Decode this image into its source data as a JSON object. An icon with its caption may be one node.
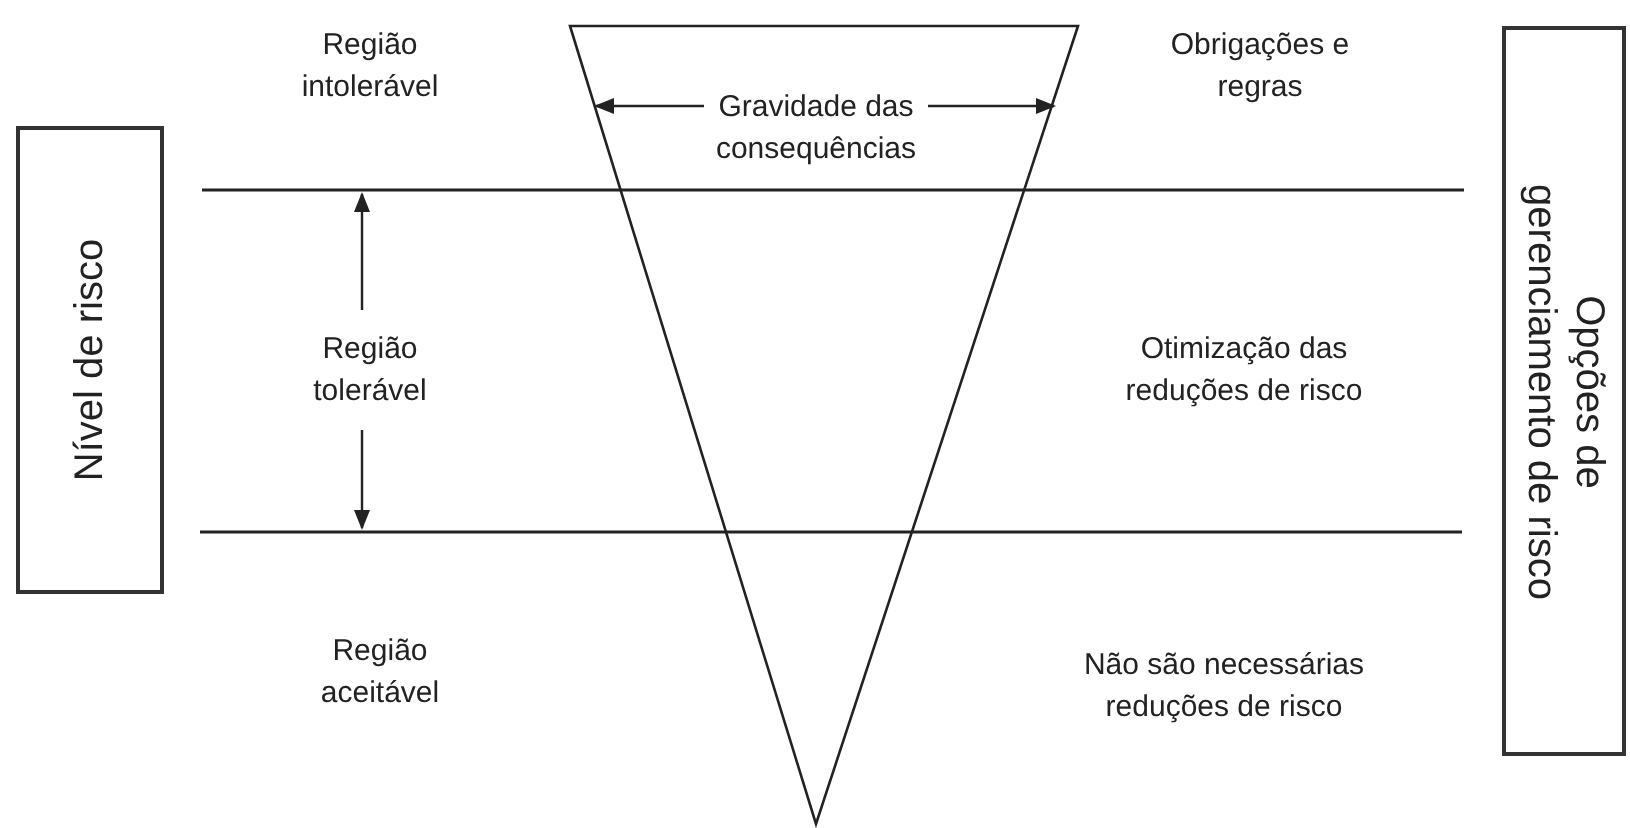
{
  "diagram": {
    "nodes": [
      {
        "text": [
          "Nível de risco"
        ]
      },
      {
        "text": [
          "Opções de gerenciamento de risco"
        ]
      }
    ],
    "labels": [
      "Região intolerável",
      "Gravidade das consequências",
      "Obrigações e regras",
      "Região tolerável",
      "Otimização das reduções de risco",
      "Região aceitável",
      "Não são necessárias reduções de risco"
    ]
  }
}
